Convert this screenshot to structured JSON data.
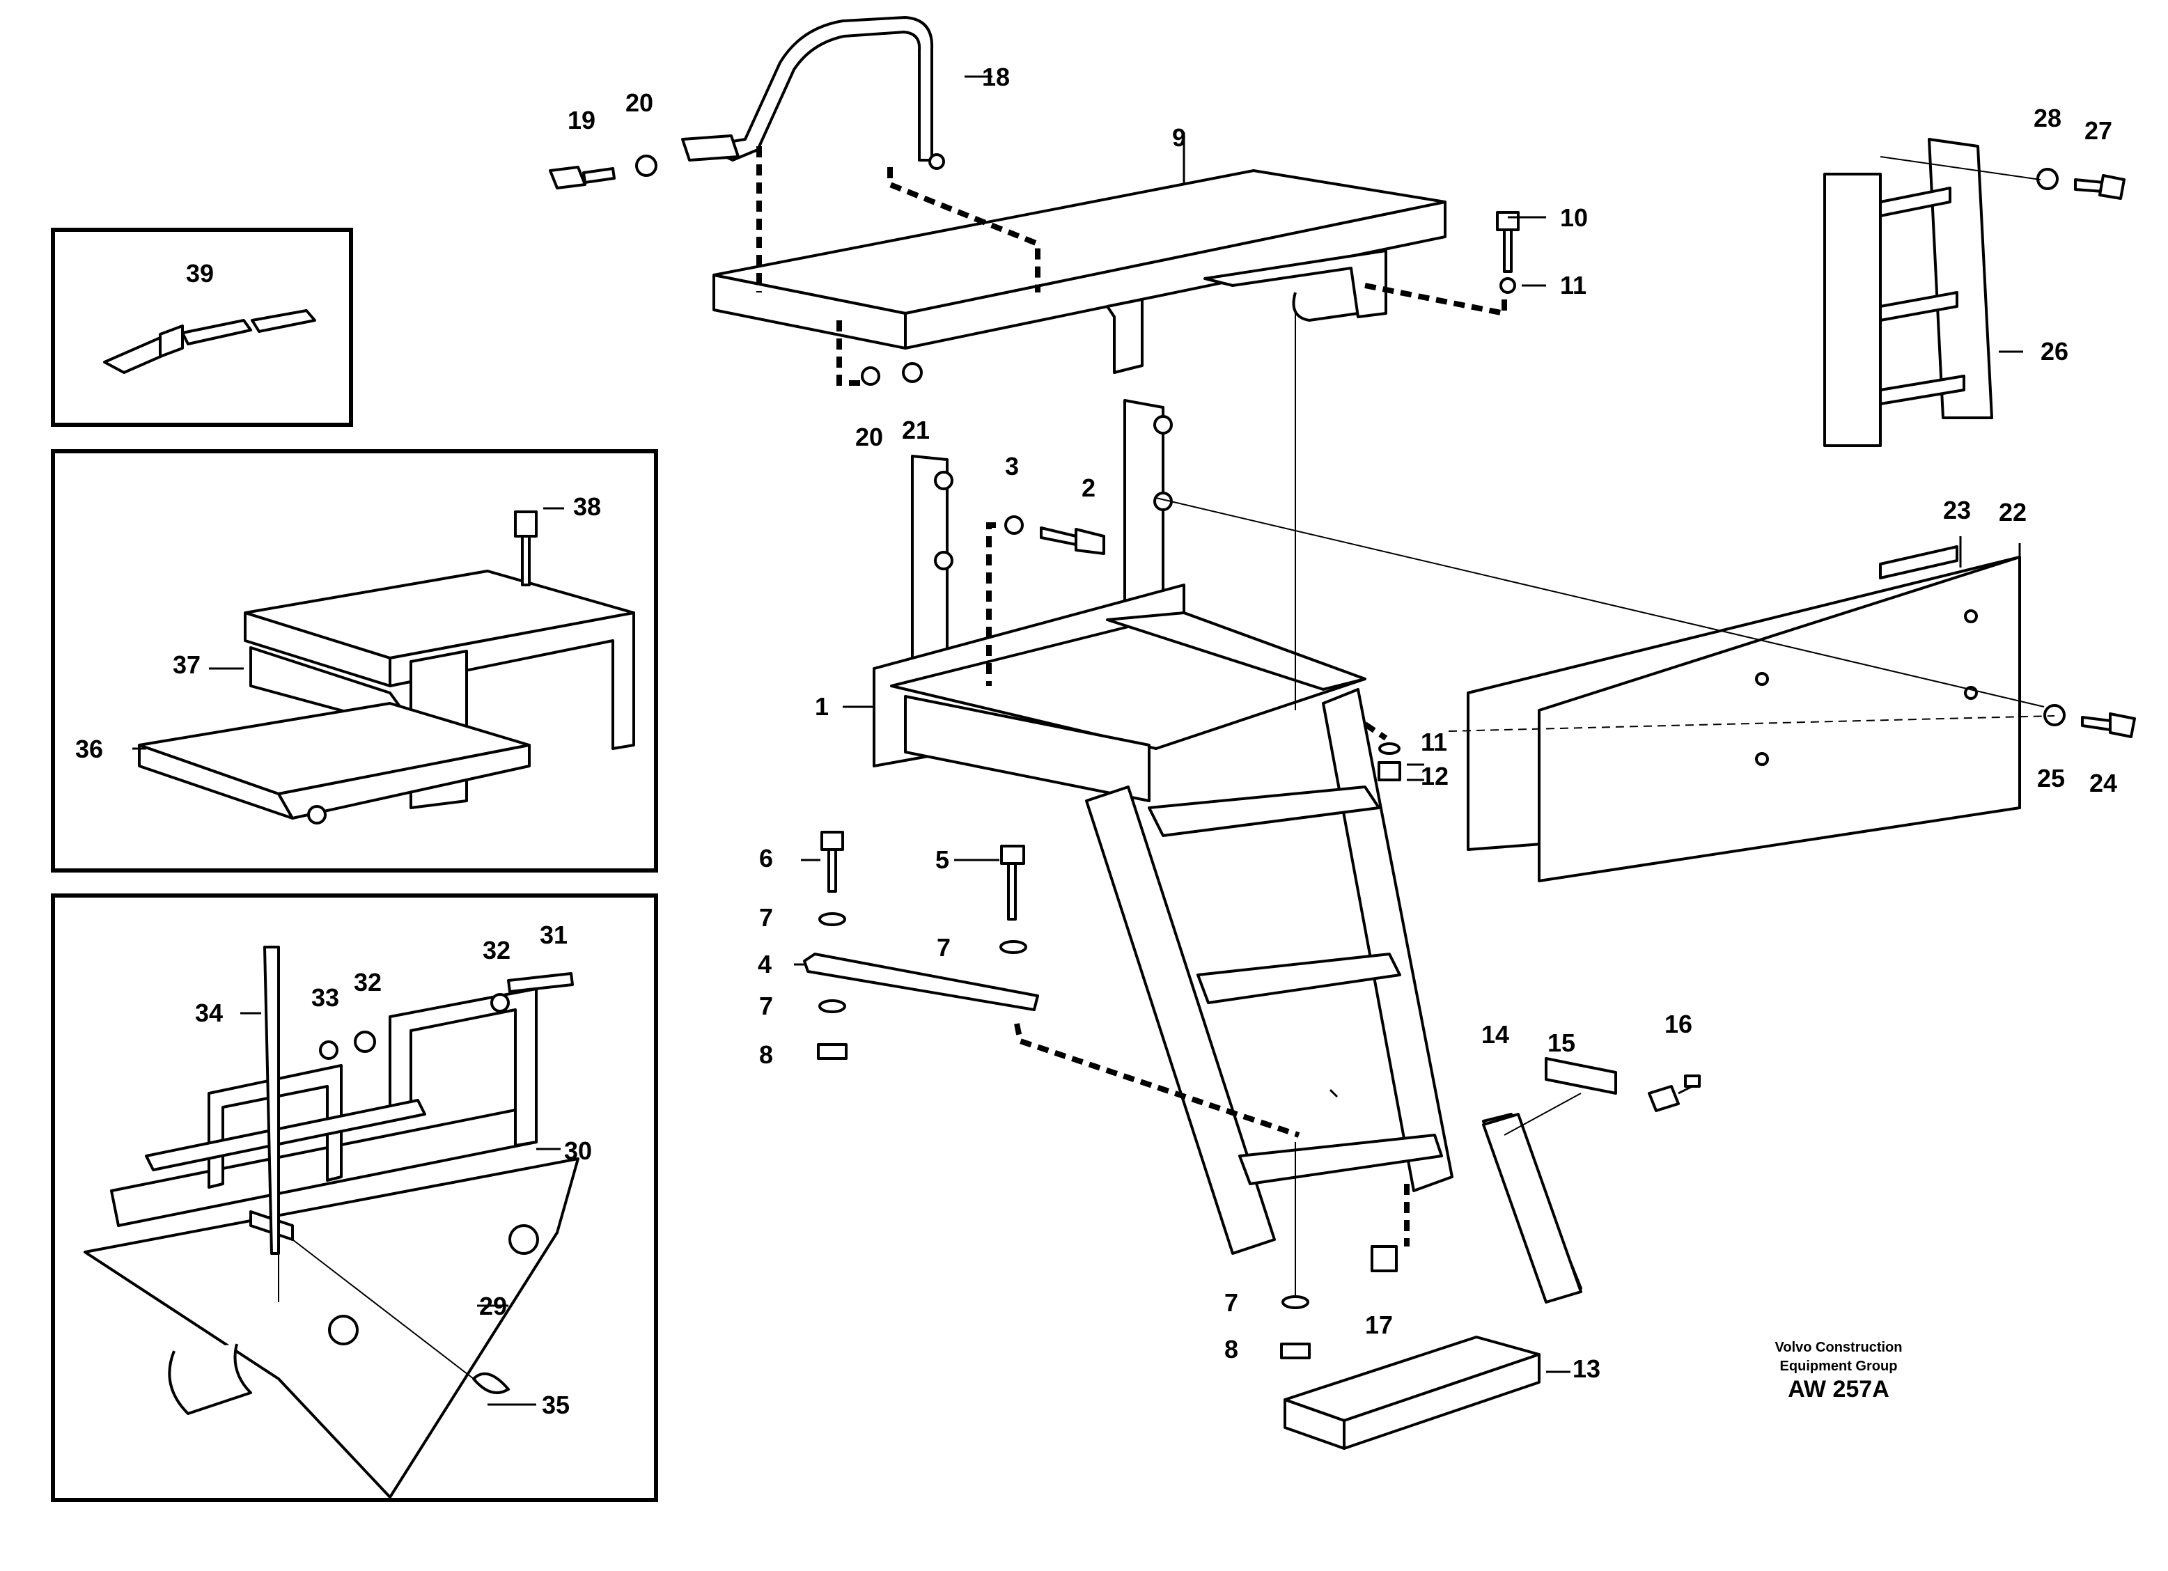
{
  "callouts": [
    {
      "id": "c1",
      "label": "1"
    },
    {
      "id": "c2",
      "label": "2"
    },
    {
      "id": "c3",
      "label": "3"
    },
    {
      "id": "c4",
      "label": "4"
    },
    {
      "id": "c5",
      "label": "5"
    },
    {
      "id": "c6",
      "label": "6"
    },
    {
      "id": "c7a",
      "label": "7"
    },
    {
      "id": "c7b",
      "label": "7"
    },
    {
      "id": "c7c",
      "label": "7"
    },
    {
      "id": "c7d",
      "label": "7"
    },
    {
      "id": "c8a",
      "label": "8"
    },
    {
      "id": "c8b",
      "label": "8"
    },
    {
      "id": "c9",
      "label": "9"
    },
    {
      "id": "c10",
      "label": "10"
    },
    {
      "id": "c11a",
      "label": "11"
    },
    {
      "id": "c11b",
      "label": "11"
    },
    {
      "id": "c12",
      "label": "12"
    },
    {
      "id": "c13",
      "label": "13"
    },
    {
      "id": "c14",
      "label": "14"
    },
    {
      "id": "c15",
      "label": "15"
    },
    {
      "id": "c16",
      "label": "16"
    },
    {
      "id": "c17",
      "label": "17"
    },
    {
      "id": "c18",
      "label": "18"
    },
    {
      "id": "c19",
      "label": "19"
    },
    {
      "id": "c20a",
      "label": "20"
    },
    {
      "id": "c20b",
      "label": "20"
    },
    {
      "id": "c21",
      "label": "21"
    },
    {
      "id": "c22",
      "label": "22"
    },
    {
      "id": "c23",
      "label": "23"
    },
    {
      "id": "c24",
      "label": "24"
    },
    {
      "id": "c25",
      "label": "25"
    },
    {
      "id": "c26",
      "label": "26"
    },
    {
      "id": "c27",
      "label": "27"
    },
    {
      "id": "c28",
      "label": "28"
    },
    {
      "id": "c29",
      "label": "29"
    },
    {
      "id": "c30",
      "label": "30"
    },
    {
      "id": "c31",
      "label": "31"
    },
    {
      "id": "c32a",
      "label": "32"
    },
    {
      "id": "c32b",
      "label": "32"
    },
    {
      "id": "c33",
      "label": "33"
    },
    {
      "id": "c34",
      "label": "34"
    },
    {
      "id": "c35",
      "label": "35"
    },
    {
      "id": "c36",
      "label": "36"
    },
    {
      "id": "c37",
      "label": "37"
    },
    {
      "id": "c38",
      "label": "38"
    },
    {
      "id": "c39",
      "label": "39"
    }
  ],
  "footer": {
    "credit_line1": "Volvo Construction",
    "credit_line2": "Equipment Group",
    "drawing_code": "AW 257A"
  }
}
